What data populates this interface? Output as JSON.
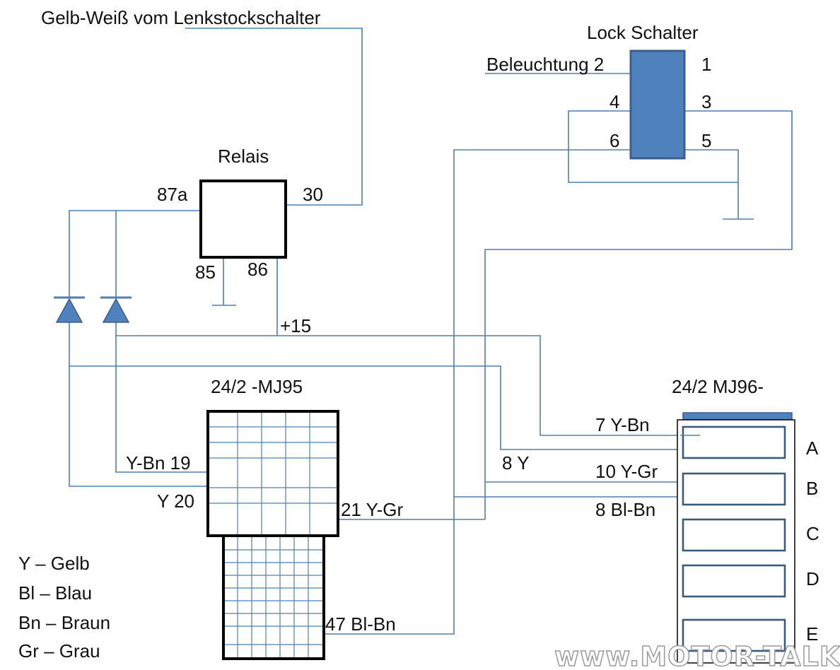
{
  "labels": {
    "gelb_weiss": "Gelb-Weiß vom Lenkstockschalter",
    "lock_schalter": "Lock Schalter",
    "beleuchtung": "Beleuchtung 2",
    "pin1": "1",
    "pin3": "3",
    "pin4": "4",
    "pin5": "5",
    "pin6": "6",
    "relais": "Relais",
    "r87a": "87a",
    "r30": "30",
    "r85": "85",
    "r86": "86",
    "plus15": "+15",
    "mj95": "24/2 -MJ95",
    "mj96": "24/2 MJ96-",
    "ybn19": "Y-Bn 19",
    "y20": "Y 20",
    "ygr21": "21 Y-Gr",
    "blbn47": "47 Bl-Bn",
    "ybn7": "7 Y-Bn",
    "y8": "8 Y",
    "ygr10": "10 Y-Gr",
    "blbn8": "8 Bl-Bn",
    "slotA": "A",
    "slotB": "B",
    "slotC": "C",
    "slotD": "D",
    "slotE": "E"
  },
  "legend": [
    "Y – Gelb",
    "Bl – Blau",
    "Bn – Braun",
    "Gr – Grau"
  ],
  "watermark": "www.MOTOR-TALK.de",
  "colors": {
    "wire": "#4f7fb0",
    "lock_switch_fill": "#4f81bd",
    "lock_switch_border": "#3a5f8a",
    "diode_fill": "#4f81bd",
    "mj96_top_bar": "#4f81bd",
    "box_border": "#000000"
  }
}
